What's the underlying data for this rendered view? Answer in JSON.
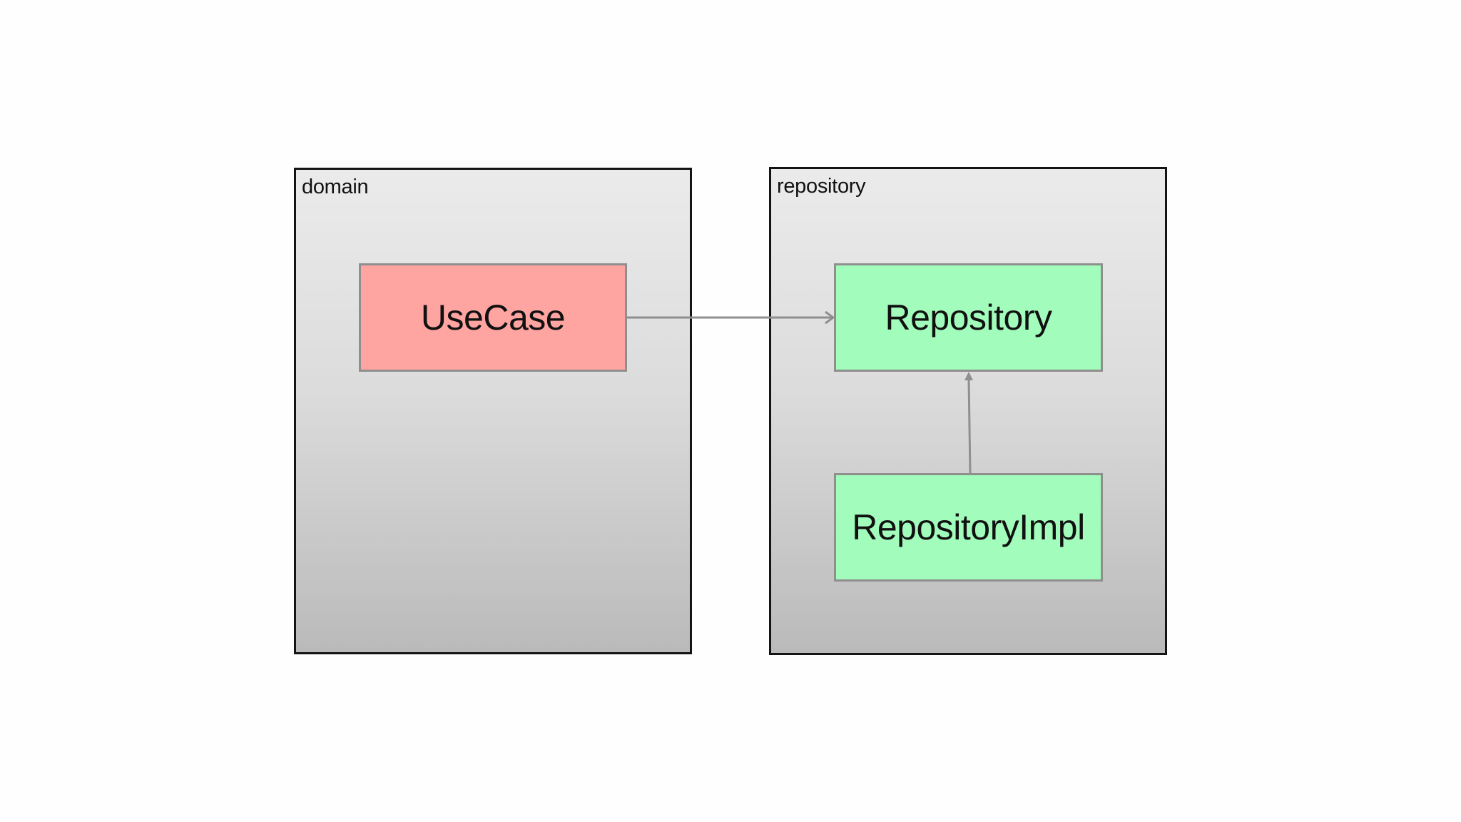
{
  "packages": [
    {
      "id": "domain",
      "label": "domain"
    },
    {
      "id": "repository",
      "label": "repository"
    }
  ],
  "nodes": {
    "usecase": {
      "label": "UseCase",
      "color": "#fea4a1"
    },
    "repository": {
      "label": "Repository",
      "color": "#a2fcbb"
    },
    "repositoryimpl": {
      "label": "RepositoryImpl",
      "color": "#a2fcbb"
    }
  },
  "edges": [
    {
      "from": "UseCase",
      "to": "Repository",
      "style": "open-arrow"
    },
    {
      "from": "RepositoryImpl",
      "to": "Repository",
      "style": "solid-arrow"
    }
  ],
  "colors": {
    "edge": "#8f8f8f",
    "package_border": "#141414"
  }
}
